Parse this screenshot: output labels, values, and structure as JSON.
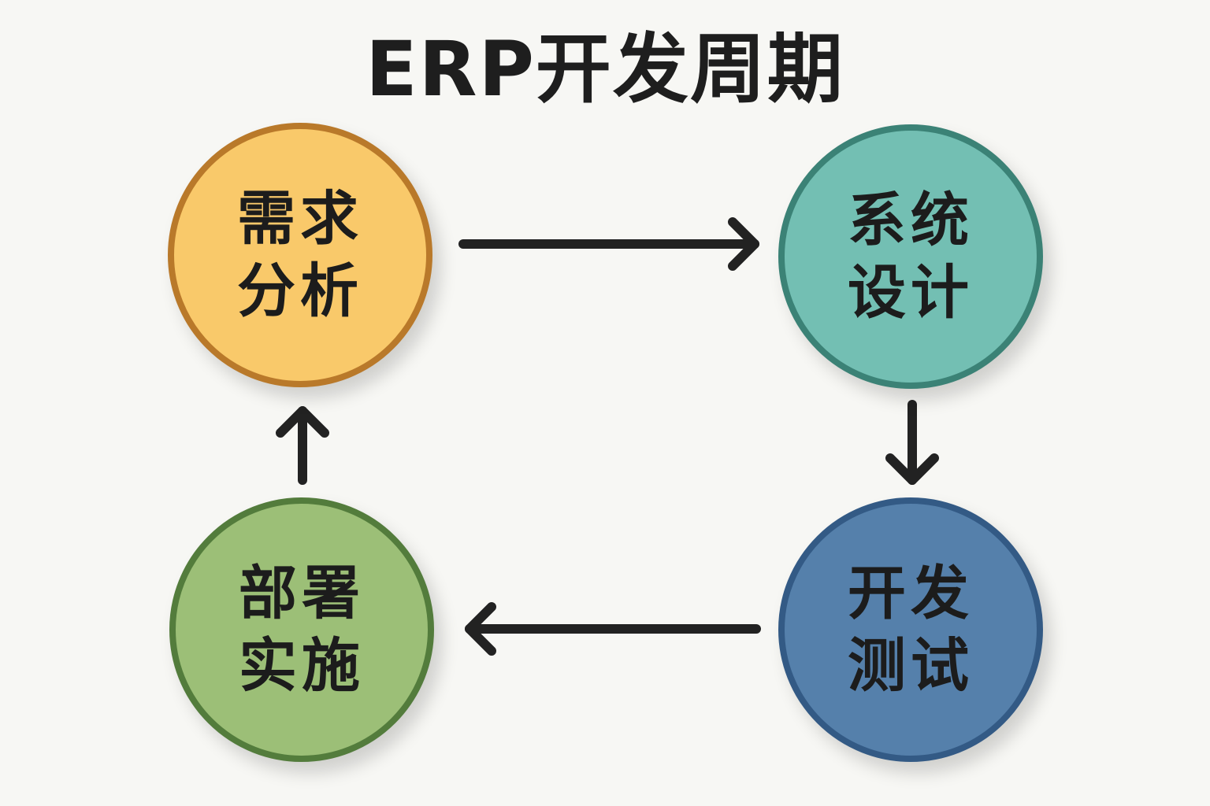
{
  "title": "ERP开发周期",
  "nodes": [
    {
      "id": "requirements-analysis",
      "label": "需求分析",
      "fill": "#f9c96a",
      "border": "#b9792a"
    },
    {
      "id": "system-design",
      "label": "系统设计",
      "fill": "#73bfb3",
      "border": "#3b8276"
    },
    {
      "id": "development-testing",
      "label": "开发测试",
      "fill": "#5580ab",
      "border": "#335a85"
    },
    {
      "id": "deployment-implementation",
      "label": "部署实施",
      "fill": "#9cbf77",
      "border": "#537c3c"
    }
  ],
  "edges": [
    {
      "from": "需求分析",
      "to": "系统设计",
      "direction": "right"
    },
    {
      "from": "系统设计",
      "to": "开发测试",
      "direction": "down"
    },
    {
      "from": "开发测试",
      "to": "部署实施",
      "direction": "left"
    },
    {
      "from": "部署实施",
      "to": "需求分析",
      "direction": "up"
    }
  ],
  "arrow_color": "#222222"
}
